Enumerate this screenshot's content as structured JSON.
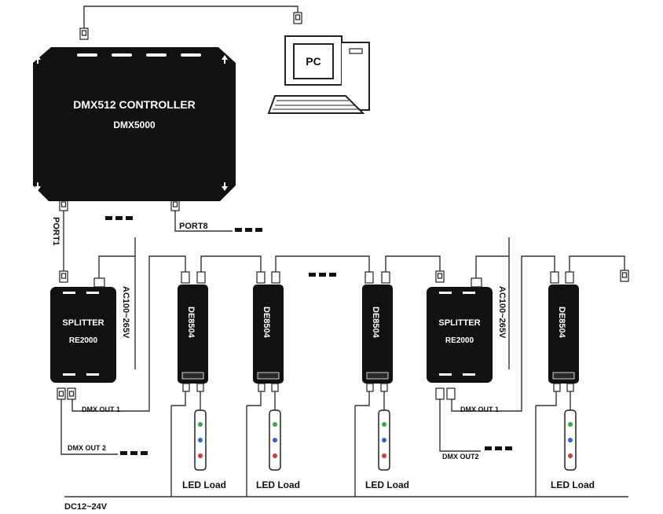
{
  "controller": {
    "title": "DMX512 CONTROLLER",
    "model": "DMX5000"
  },
  "pc": {
    "label": "PC"
  },
  "ports": {
    "port1": "PORT1",
    "port8": "PORT8"
  },
  "splitters": [
    {
      "title": "SPLITTER",
      "model": "RE2000",
      "power": "AC100~265V",
      "out1": "DMX OUT 1",
      "out2": "DMX OUT 2"
    },
    {
      "title": "SPLITTER",
      "model": "RE2000",
      "power": "AC100~265V",
      "out1": "DMX OUT 1",
      "out2": "DMX OUT2"
    }
  ],
  "decoders": [
    {
      "model": "DE8504",
      "load": "LED Load"
    },
    {
      "model": "DE8504",
      "load": "LED Load"
    },
    {
      "model": "DE8504",
      "load": "LED Load"
    },
    {
      "model": "DE8504",
      "load": "LED Load"
    }
  ],
  "power_bus": "DC12~24V",
  "colors": {
    "device": "#111111",
    "line": "#333333",
    "led_red": "#d23b3b",
    "led_green": "#3aa84a",
    "led_blue": "#3a63c8"
  }
}
